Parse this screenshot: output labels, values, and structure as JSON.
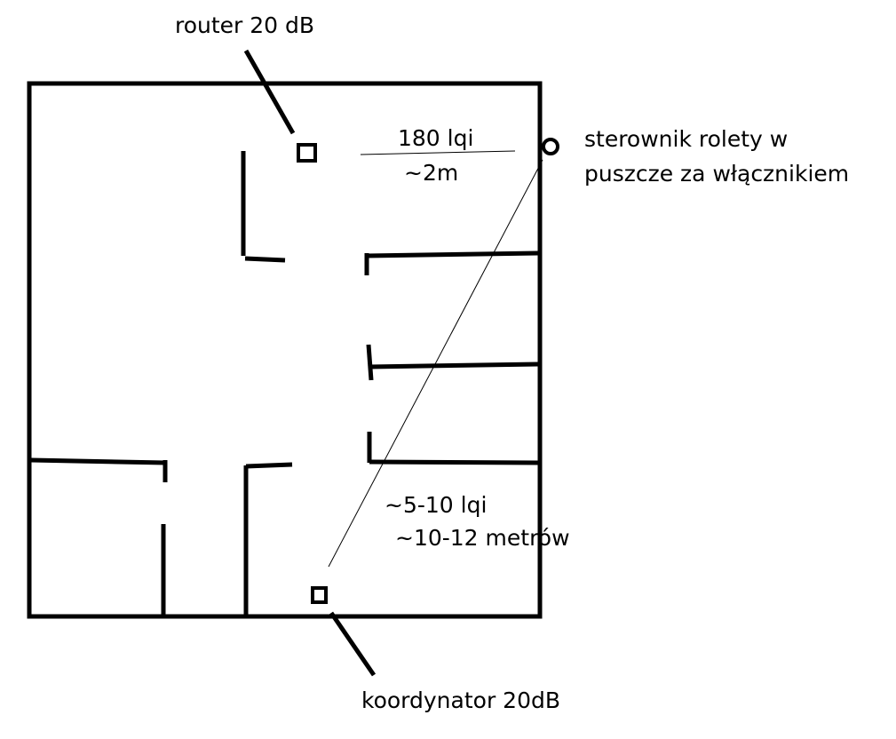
{
  "labels": {
    "router": "router 20 dB",
    "router_lqi": "180 lqi",
    "router_distance": "~2m",
    "controller_line1": "sterownik rolety w",
    "controller_line2": "puszcze za włącznikiem",
    "coordinator_lqi": "~5-10 lqi",
    "coordinator_distance": "~10-12 metrów",
    "coordinator": "koordynator 20dB"
  },
  "colors": {
    "ink": "#000000",
    "background": "#ffffff"
  }
}
